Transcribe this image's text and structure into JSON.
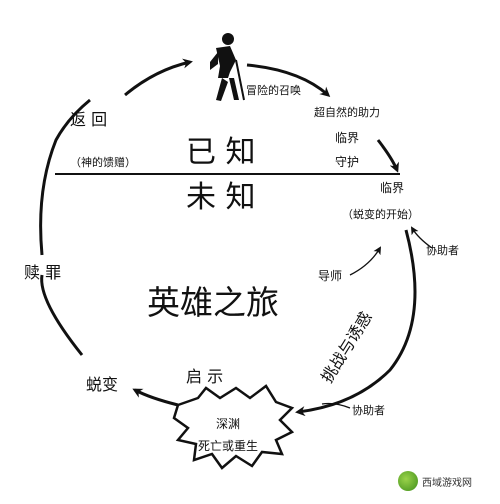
{
  "diagram": {
    "center_title": "英雄之旅",
    "known": "已 知",
    "unknown": "未 知",
    "stages": {
      "call": "冒险的召唤",
      "supernatural_aid": "超自然的助力",
      "threshold_guardian_1": "临界",
      "threshold_guardian_2": "守护",
      "threshold": "临界",
      "threshold_sub": "（蜕变的开始）",
      "helper_top": "协助者",
      "mentor": "导师",
      "trials": "挑战与诱惑",
      "helper_bottom": "协助者",
      "abyss": "深渊",
      "death_rebirth": "死亡或重生",
      "revelation": "启  示",
      "transformation": "蜕变",
      "atonement": "赎 罪",
      "return": "返  回",
      "gift": "（神的馈赠）"
    }
  },
  "watermark": {
    "text": "西域游戏网",
    "logo": "leaf-logo"
  },
  "icons": {
    "hiker": "hiker-icon"
  }
}
